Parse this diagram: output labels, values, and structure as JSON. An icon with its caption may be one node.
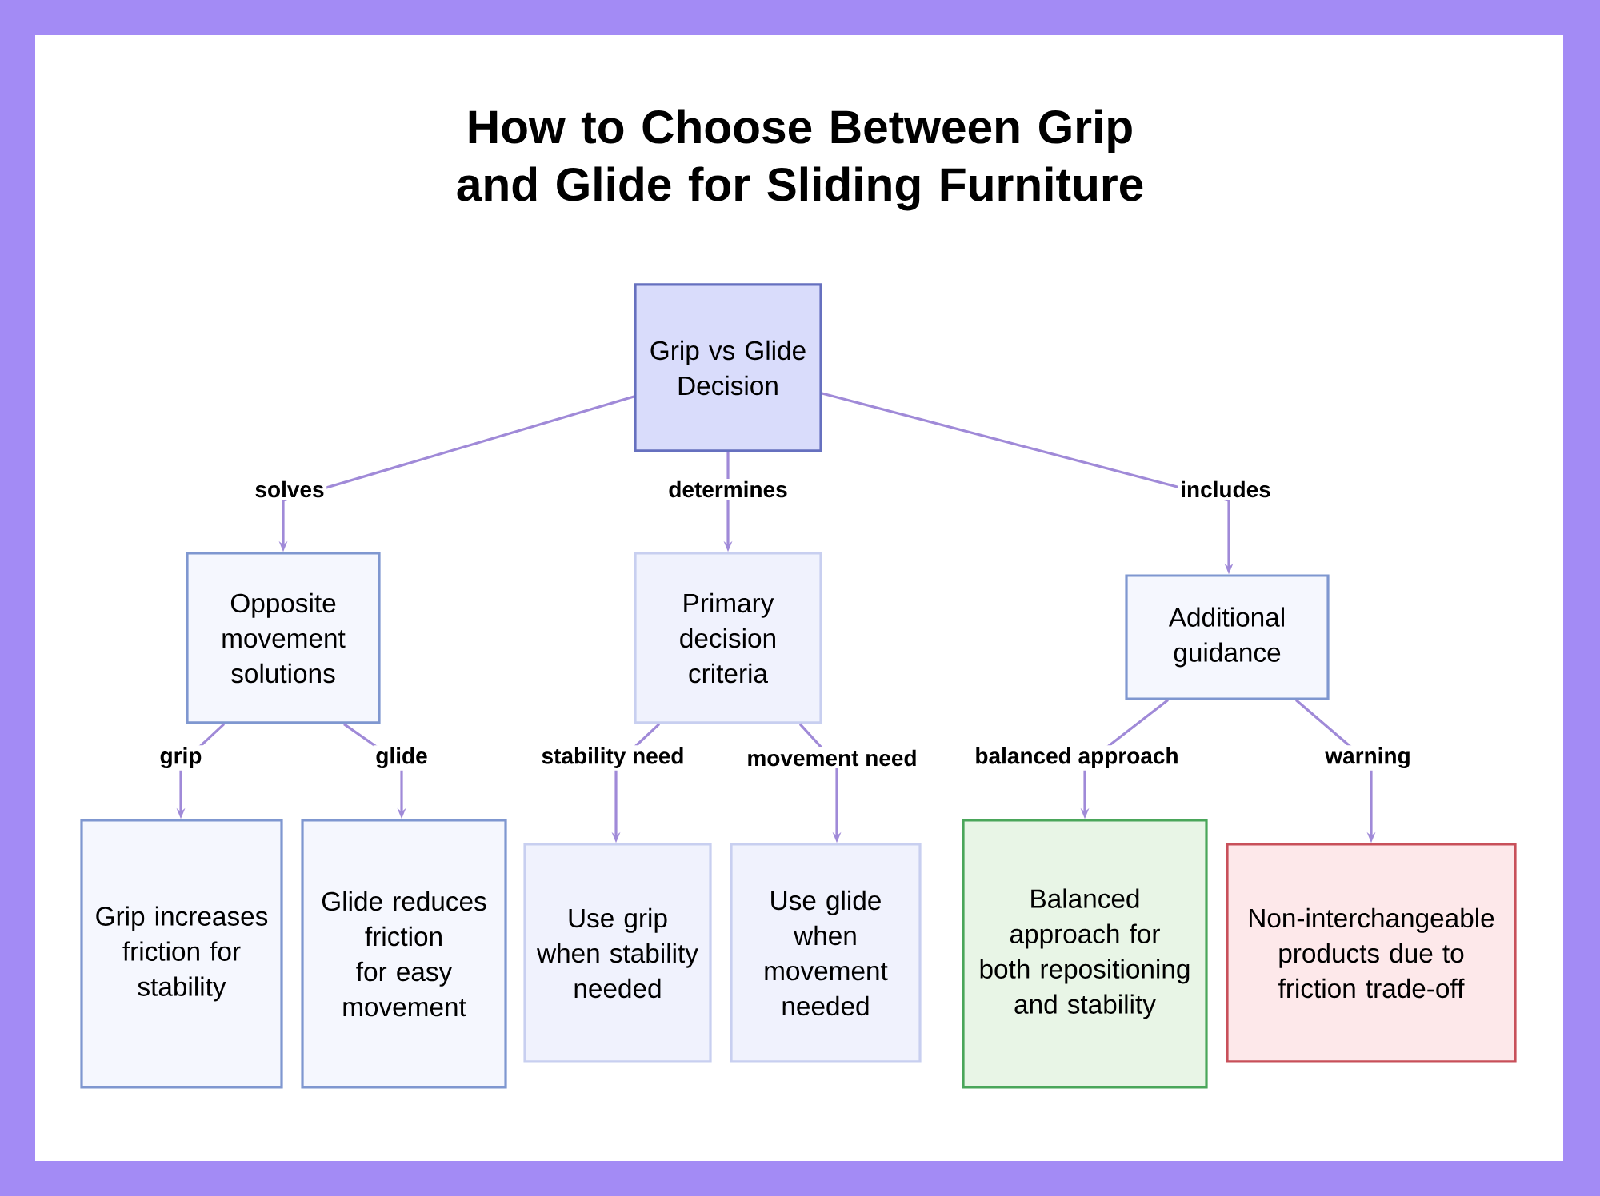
{
  "diagram": {
    "title": "How to Choose Between Grip and Glide for Sliding Furniture",
    "nodes": [
      {
        "text": [
          "Grip vs Glide Decision"
        ]
      },
      {
        "text": [
          "Opposite movement solutions"
        ]
      },
      {
        "text": [
          "Primary decision criteria"
        ]
      },
      {
        "text": [
          "Additional guidance"
        ]
      },
      {
        "text": [
          "Grip increases friction for stability"
        ]
      },
      {
        "text": [
          "Glide reduces friction for easy movement"
        ]
      },
      {
        "text": [
          "Use grip when stability needed"
        ]
      },
      {
        "text": [
          "Use glide when movement needed"
        ]
      },
      {
        "text": [
          "Balanced approach for both repositioning and stability"
        ]
      },
      {
        "text": [
          "Non-interchangeable products due to friction trade-off"
        ]
      }
    ],
    "edges": [
      {
        "from": 0,
        "to": 1,
        "arrow": "to",
        "label": "solves"
      },
      {
        "from": 0,
        "to": 2,
        "arrow": "to",
        "label": "determines"
      },
      {
        "from": 0,
        "to": 3,
        "arrow": "to",
        "label": "includes"
      },
      {
        "from": 1,
        "to": 4,
        "arrow": "to",
        "label": "grip"
      },
      {
        "from": 1,
        "to": 5,
        "arrow": "to",
        "label": "glide"
      },
      {
        "from": 2,
        "to": 6,
        "arrow": "to",
        "label": "stability need"
      },
      {
        "from": 2,
        "to": 7,
        "arrow": "to",
        "label": "movement need"
      },
      {
        "from": 3,
        "to": 8,
        "arrow": "to",
        "label": "balanced approach"
      },
      {
        "from": 3,
        "to": 9,
        "arrow": "to",
        "label": "warning"
      }
    ]
  }
}
